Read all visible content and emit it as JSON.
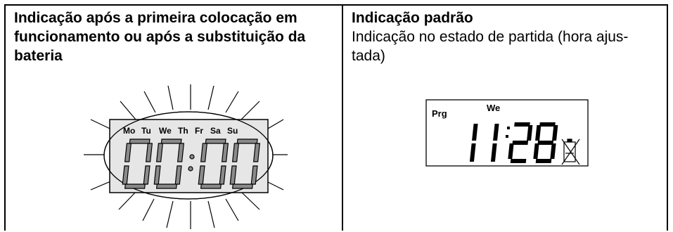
{
  "left_cell": {
    "heading": "Indicação após a primeira colocação em funcionamento ou após a substituição da bateria",
    "display": {
      "days": [
        "Mo",
        "Tu",
        "We",
        "Th",
        "Fr",
        "Sa",
        "Su"
      ],
      "time": "00:00"
    }
  },
  "right_cell": {
    "heading": "Indicação padrão",
    "description": "Indicação no estado de partida (hora ajus-tada)",
    "display": {
      "program_label": "Prg",
      "day": "We",
      "time": "11:28",
      "icon": "battery-crossed-icon"
    }
  },
  "colors": {
    "border": "#000000",
    "segment_fill": "#8a8a8a",
    "lcd_background": "#e6e6e6"
  }
}
